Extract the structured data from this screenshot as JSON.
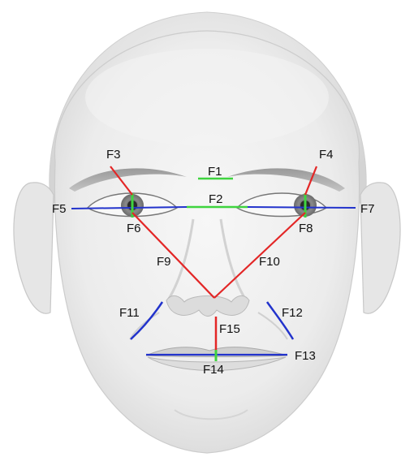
{
  "colors": {
    "red": "#e32626",
    "green": "#3fd43f",
    "blue": "#2233cc",
    "text": "#111111"
  },
  "labels": {
    "F1": "F1",
    "F2": "F2",
    "F3": "F3",
    "F4": "F4",
    "F5": "F5",
    "F6": "F6",
    "F7": "F7",
    "F8": "F8",
    "F9": "F9",
    "F10": "F10",
    "F11": "F11",
    "F12": "F12",
    "F13": "F13",
    "F14": "F14",
    "F15": "F15"
  }
}
